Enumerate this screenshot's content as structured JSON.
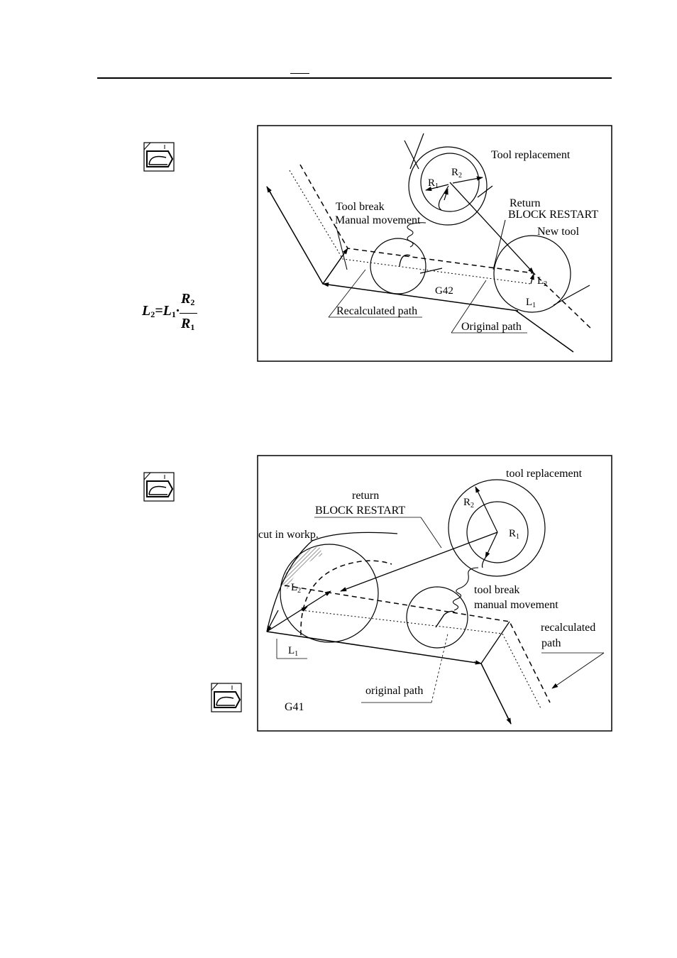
{
  "formula": {
    "lhs": "L",
    "lhs_sub": "2",
    "eq": "=",
    "l1": "L",
    "l1_sub": "1",
    "dot": "·",
    "num": "R",
    "num_sub": "2",
    "den": "R",
    "den_sub": "1"
  },
  "figure1": {
    "tool_replacement": "Tool replacement",
    "r2": "R",
    "r2_sub": "2",
    "r1": "R",
    "r1_sub": "1",
    "tool_break": "Tool break",
    "manual_movement": "Manual movement",
    "return": "Return",
    "block_restart": "BLOCK RESTART",
    "new_tool": "New tool",
    "l2": "L",
    "l2_sub": "2",
    "l1": "L",
    "l1_sub": "1",
    "g42": "G42",
    "recalculated_path": "Recalculated path",
    "original_path": "Original path"
  },
  "figure2": {
    "tool_replacement": "tool replacement",
    "return": "return",
    "block_restart": "BLOCK RESTART",
    "r2": "R",
    "r2_sub": "2",
    "r1": "R",
    "r1_sub": "1",
    "cut_in_workp": "cut in workp.",
    "l2": "L",
    "l2_sub": "2",
    "tool_break": "tool break",
    "manual_movement": "manual movement",
    "recalculated": "recalculated",
    "path": "path",
    "l1": "L",
    "l1_sub": "1",
    "original_path": "original path",
    "g41": "G41"
  }
}
